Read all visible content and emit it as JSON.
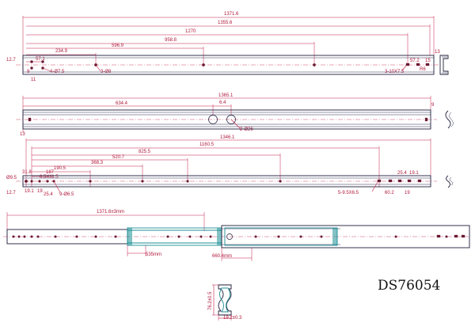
{
  "model": "DS76054",
  "view1": {
    "dims": [
      "1371.6",
      "1355.6",
      "1270",
      "958.8",
      "596.9",
      "234.9",
      "57.1",
      "12.7",
      "13",
      "57.2",
      "15",
      "4-Ø7.5",
      "3-Ø8",
      "3-10X7.5",
      "R6",
      "9",
      "11"
    ]
  },
  "view2": {
    "dims": [
      "1365.1",
      "634.4",
      "6.4",
      "2-Ø26",
      "13",
      "9"
    ]
  },
  "view3": {
    "dims": [
      "1346.1",
      "1160.5",
      "825.5",
      "520.7",
      "368.3",
      "190.5",
      "187",
      "31.8",
      "Ø9.5",
      "6.5X11.5",
      "12.7",
      "19.1",
      "19",
      "25.4",
      "9-Ø6.5",
      "5-9.5X6.5",
      "60.2",
      "25.4",
      "19.1",
      "19"
    ]
  },
  "view4": {
    "dims": [
      "1371.6±3mm",
      "535mm",
      "660.4mm"
    ]
  },
  "section": {
    "dims": [
      "76.2±0.5",
      "19.2±0.3"
    ]
  }
}
